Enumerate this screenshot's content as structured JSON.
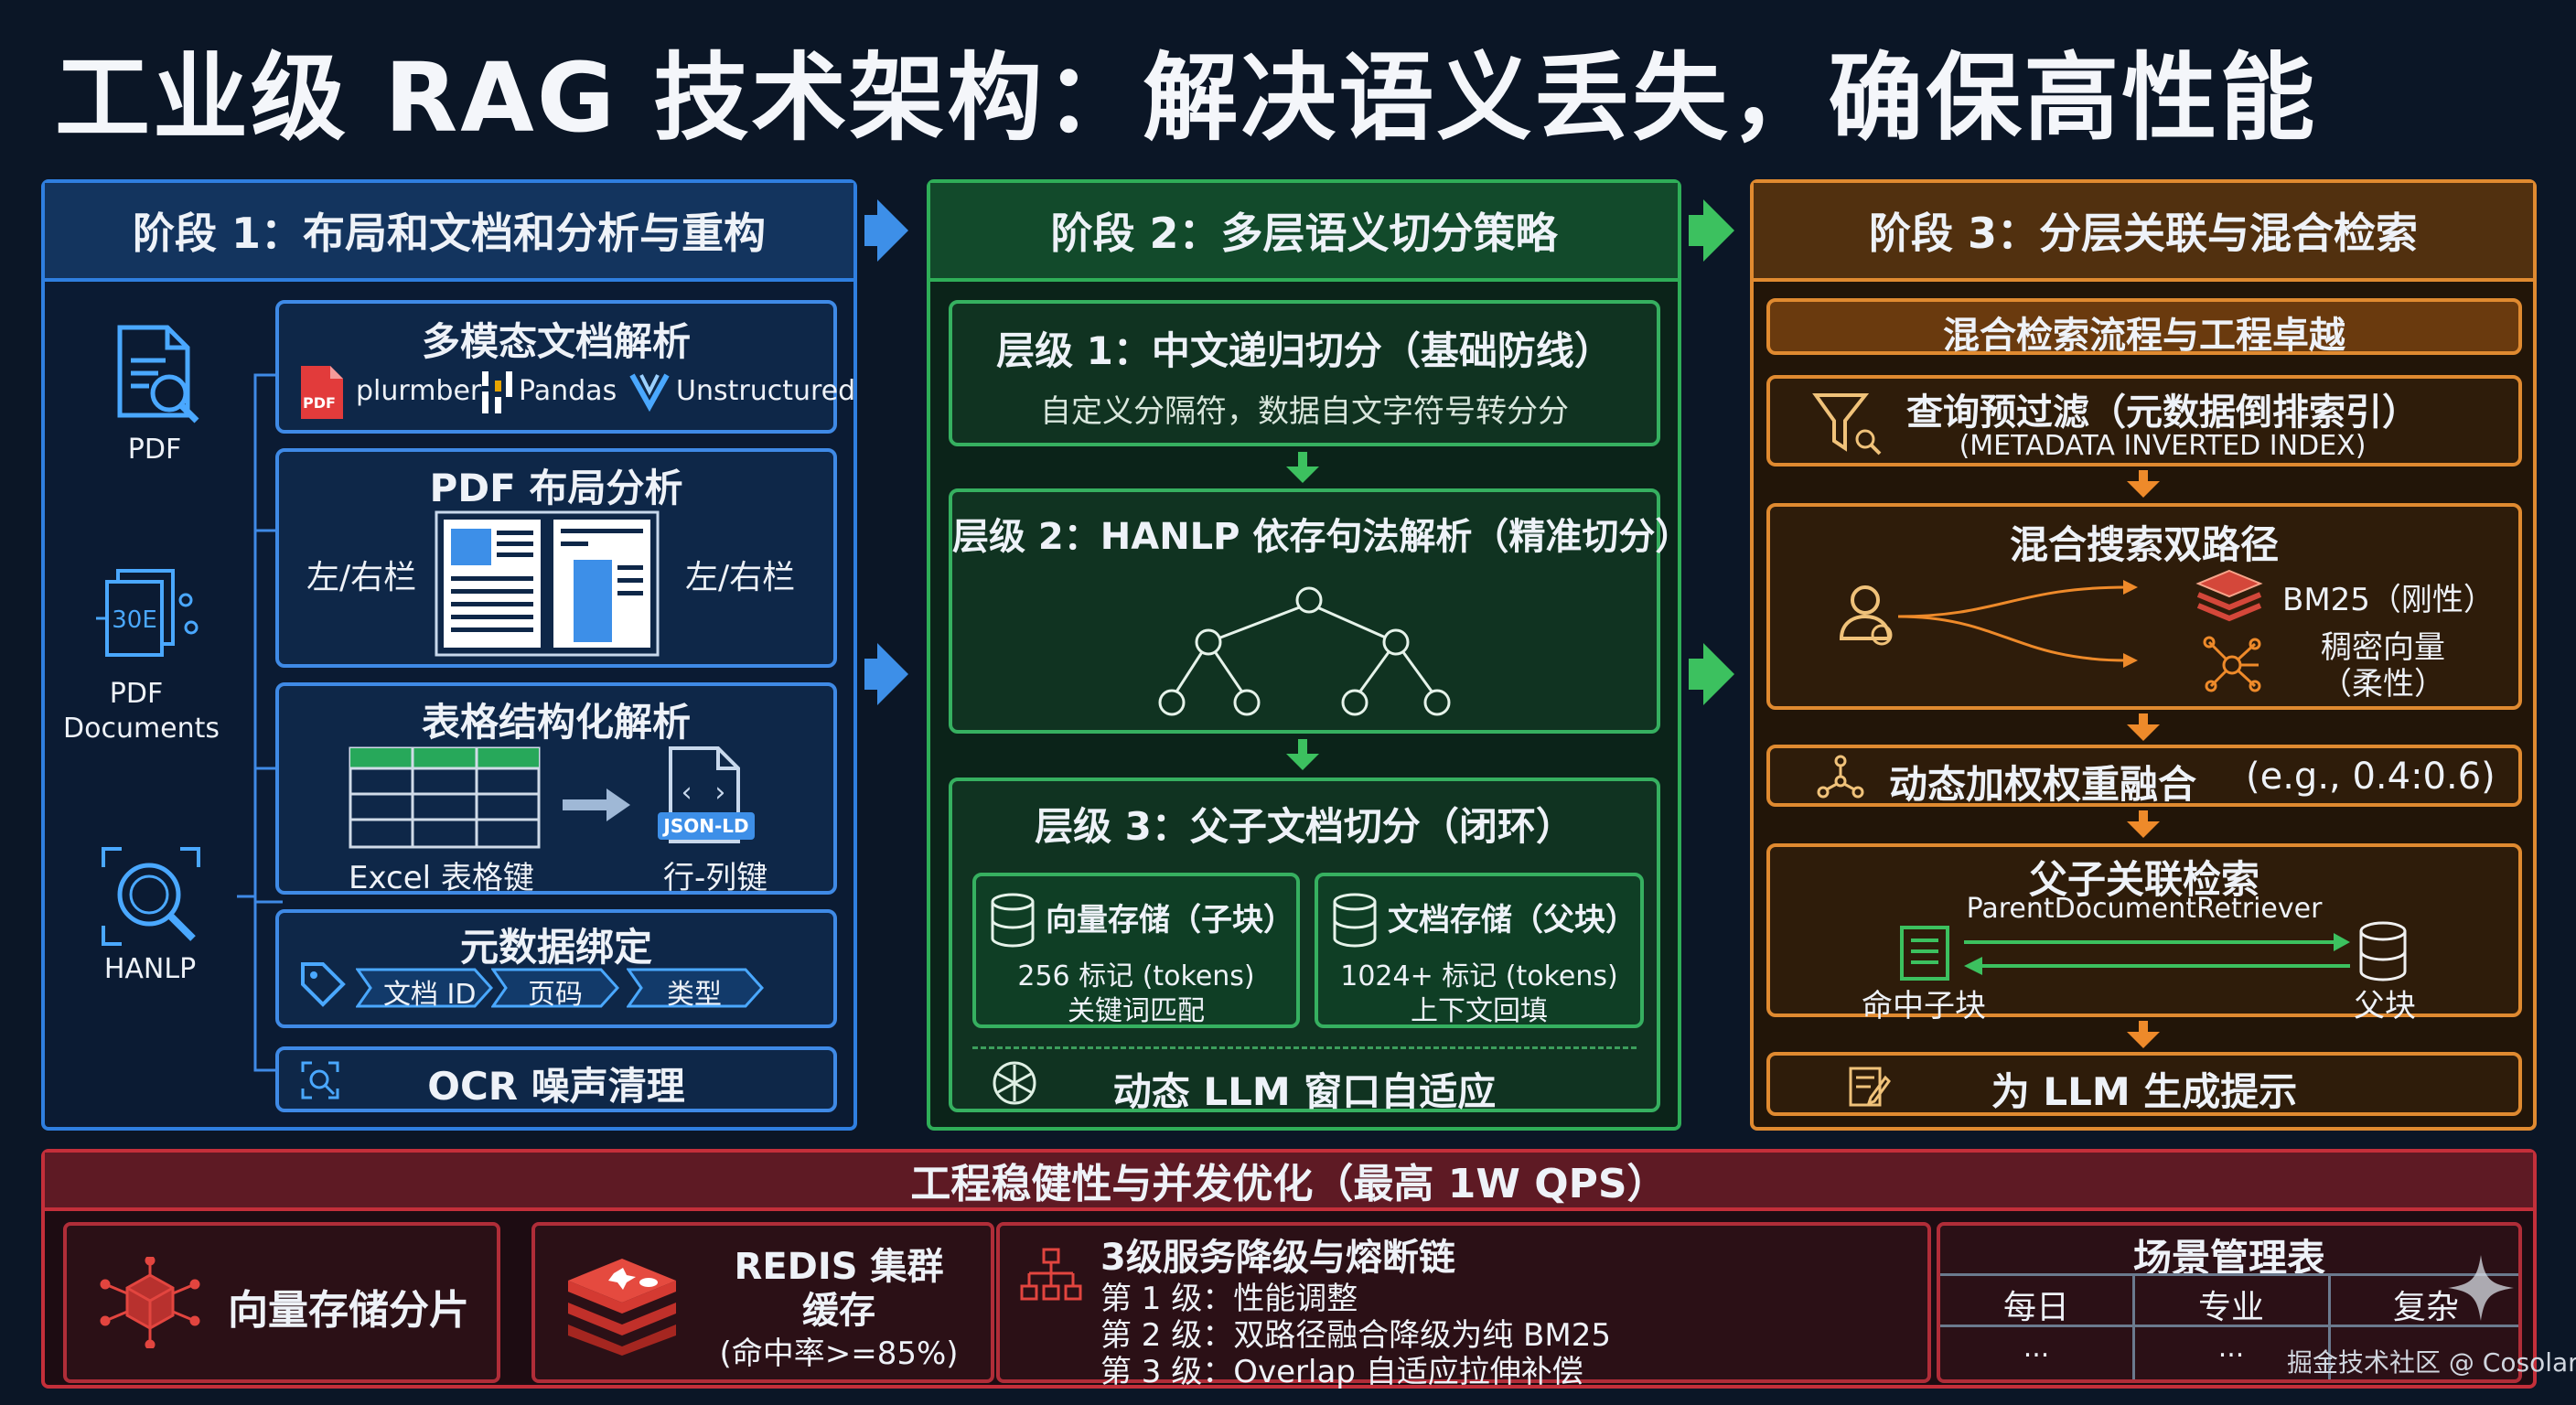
{
  "title": "工业级 RAG 技术架构：解决语义丢失，确保高性能",
  "stage1": {
    "header": "阶段 1：布局和文档和分析与重构",
    "icons": {
      "pdf": "PDF",
      "docs": "PDF\nDocuments",
      "hanlp": "HANLP"
    },
    "multimodal": {
      "title": "多模态文档解析",
      "tools": [
        "plurmber",
        "Pandas",
        "Unstructured"
      ],
      "pdf_badge": "PDF"
    },
    "layout": {
      "title": "PDF 布局分析",
      "left": "左/右栏",
      "right": "左/右栏"
    },
    "table": {
      "title": "表格结构化解析",
      "excel": "Excel 表格键",
      "json_badge": "JSON-LD",
      "json_label": "行-列键"
    },
    "meta": {
      "title": "元数据绑定",
      "chips": [
        "文档 ID",
        "页码",
        "类型"
      ]
    },
    "ocr": {
      "title": "OCR 噪声清理"
    }
  },
  "stage2": {
    "header": "阶段 2：多层语义切分策略",
    "level1": {
      "title": "层级 1：中文递归切分（基础防线）",
      "desc": "自定义分隔符，数据自文字符号转分分"
    },
    "level2": {
      "title": "层级 2：HANLP 依存句法解析（精准切分）"
    },
    "level3": {
      "title": "层级 3：父子文档切分（闭环）",
      "child": {
        "title": "向量存储（子块）",
        "l1": "256 标记 (tokens)",
        "l2": "关键词匹配"
      },
      "parent": {
        "title": "文档存储（父块）",
        "l1": "1024+ 标记 (tokens)",
        "l2": "上下文回填"
      }
    },
    "llm": "动态 LLM 窗口自适应"
  },
  "stage3": {
    "header": "阶段 3：分层关联与混合检索",
    "banner": "混合检索流程与工程卓越",
    "filter": {
      "title": "查询预过滤（元数据倒排索引）",
      "sub": "(METADATA INVERTED INDEX)"
    },
    "hybrid": {
      "title": "混合搜索双路径",
      "bm25": "BM25（刚性）",
      "dense1": "稠密向量",
      "dense2": "（柔性）"
    },
    "fusion": {
      "title": "动态加权权重融合",
      "ratio": "(e.g., 0.4:0.6)"
    },
    "parent": {
      "title": "父子关联检索",
      "sub": "ParentDocumentRetriever",
      "hit": "命中子块",
      "parent": "父块"
    },
    "prompt": "为 LLM 生成提示"
  },
  "bottom": {
    "header": "工程稳健性与并发优化（最高 1W QPS）",
    "shard": "向量存储分片",
    "redis": {
      "l1": "REDIS 集群",
      "l2": "缓存",
      "l3": "(命中率>=85%)"
    },
    "degrade": {
      "title": "3级服务降级与熔断链",
      "items": [
        "第 1 级：性能调整",
        "第 2 级：双路径融合降级为纯 BM25",
        "第 3 级：Overlap 自适应拉伸补偿"
      ]
    },
    "scene": {
      "title": "场景管理表",
      "cols": [
        "每日",
        "专业",
        "复杂"
      ],
      "cells": [
        "...",
        "..."
      ]
    }
  },
  "watermark": "掘金技术社区 @ Cosolar",
  "colors": {
    "blue": "#2f7fe0",
    "green": "#2fae58",
    "orange": "#e08a30",
    "red": "#c42f3a"
  }
}
